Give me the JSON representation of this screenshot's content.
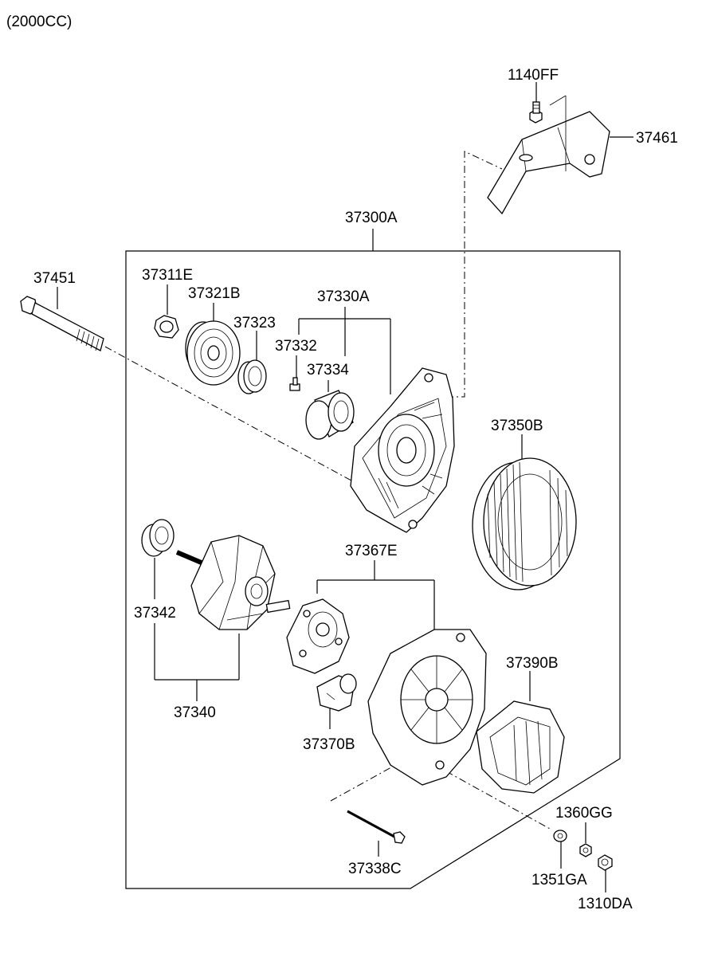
{
  "header": {
    "engine_note": "(2000CC)"
  },
  "labels": {
    "p1140FF": "1140FF",
    "p37461": "37461",
    "p37300A": "37300A",
    "p37451": "37451",
    "p37311E": "37311E",
    "p37321B": "37321B",
    "p37323": "37323",
    "p37330A": "37330A",
    "p37332": "37332",
    "p37334": "37334",
    "p37350B": "37350B",
    "p37367E": "37367E",
    "p37342": "37342",
    "p37340": "37340",
    "p37370B": "37370B",
    "p37390B": "37390B",
    "p1360GG": "1360GG",
    "p37338C": "37338C",
    "p1351GA": "1351GA",
    "p1310DA": "1310DA"
  }
}
